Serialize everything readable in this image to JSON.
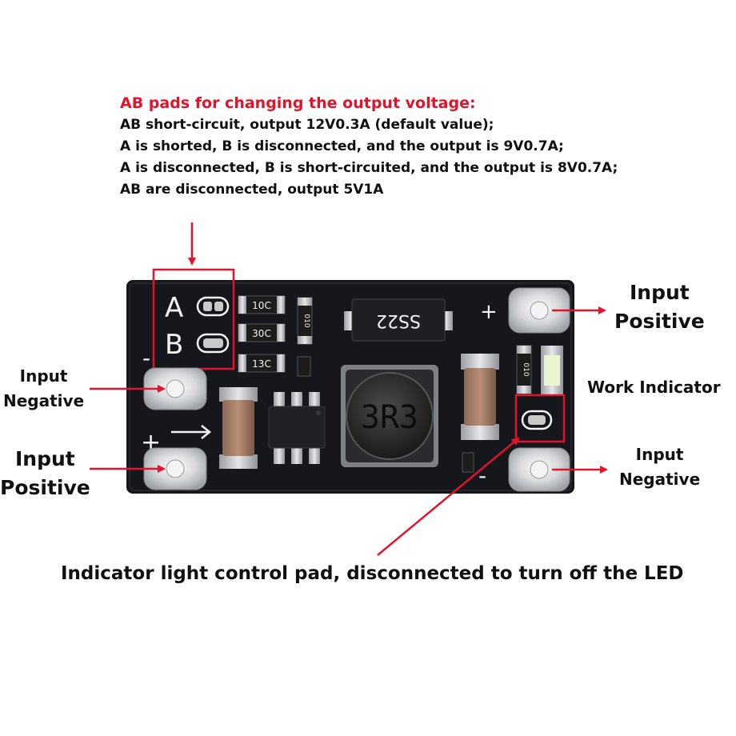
{
  "note": {
    "title": "AB pads for changing the output voltage:",
    "lines": [
      "AB short-circuit, output 12V0.3A (default value);",
      "A is shorted, B is disconnected, and the output is 9V0.7A;",
      "A is disconnected, B is short-circuited, and the output is 8V0.7A;",
      "AB are disconnected, output 5V1A"
    ]
  },
  "labels": {
    "input_positive_right": [
      "Input",
      "Positive"
    ],
    "input_negative_left": [
      "Input",
      "Negative"
    ],
    "input_positive_left": [
      "Input",
      "Positive"
    ],
    "input_negative_right": [
      "Input",
      "Negative"
    ],
    "work_indicator": "Work Indicator",
    "indicator_pad_caption": "Indicator light control pad, disconnected to turn off the LED"
  },
  "board": {
    "pad_a": "A",
    "pad_b": "B",
    "plus": "+",
    "minus": "-",
    "resistors": [
      "10C",
      "30C",
      "13C"
    ],
    "diode_code": "SS22",
    "inductor_code": "3R3",
    "r_small_top": "010",
    "r_small_led": "010"
  },
  "colors": {
    "annotation_red": "#e0142b",
    "pcb": "#15171c",
    "pad": "#cfd1d4",
    "led": "#e9f5cf"
  }
}
